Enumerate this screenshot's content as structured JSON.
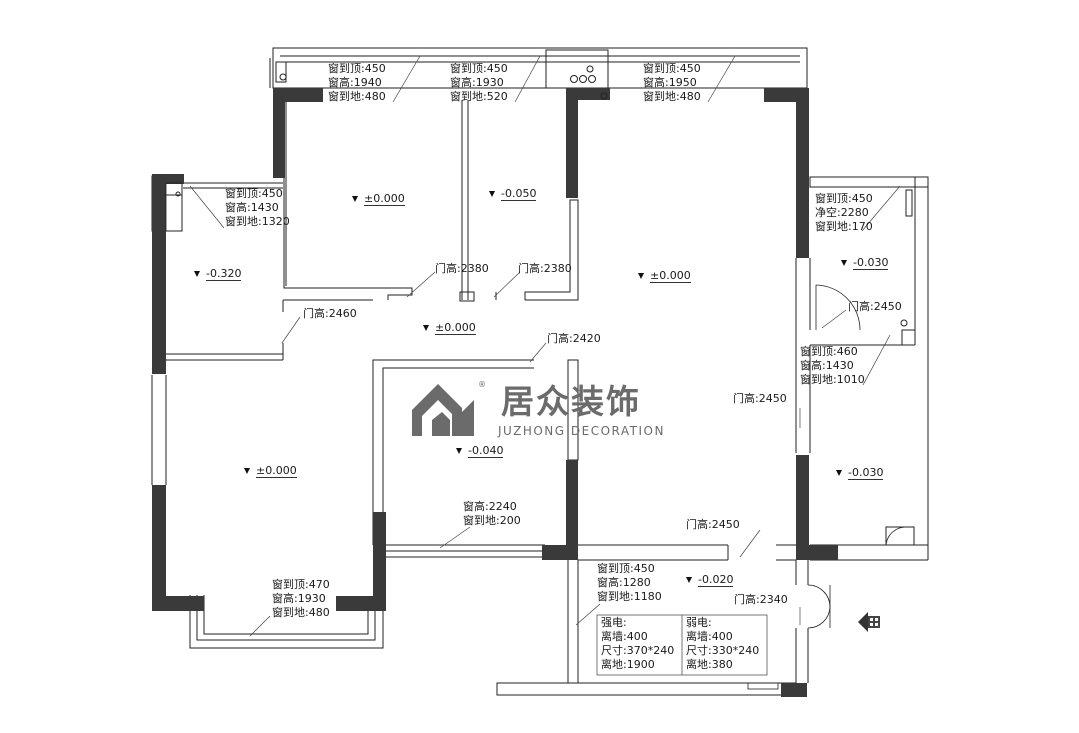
{
  "window_specs": {
    "w1": {
      "top": "窗到顶:450",
      "height": "窗高:1940",
      "floor": "窗到地:480"
    },
    "w2": {
      "top": "窗到顶:450",
      "height": "窗高:1930",
      "floor": "窗到地:520"
    },
    "w3": {
      "top": "窗到顶:450",
      "height": "窗高:1950",
      "floor": "窗到地:480"
    },
    "w4": {
      "top": "窗到顶:450",
      "height": "窗高:1430",
      "floor": "窗到地:1320"
    },
    "w5": {
      "top": "窗到顶:450",
      "height": "净空:2280",
      "floor": "窗到地:170"
    },
    "w6": {
      "top": "窗到顶:460",
      "height": "窗高:1430",
      "floor": "窗到地:1010"
    },
    "w7": {
      "height": "窗高:2240",
      "floor": "窗到地:200"
    },
    "w8": {
      "top": "窗到顶:470",
      "height": "窗高:1930",
      "floor": "窗到地:480"
    },
    "w9": {
      "top": "窗到顶:450",
      "height": "窗高:1280",
      "floor": "窗到地:1180"
    }
  },
  "levels": {
    "bedroom_top_left": "±0.000",
    "bedroom_top_mid": "-0.050",
    "balcony_left": "-0.320",
    "living_right": "±0.000",
    "corridor": "±0.000",
    "kitchen_top_right": "-0.030",
    "study": "-0.040",
    "bedroom_bottom_left": "±0.000",
    "bath_right": "-0.030",
    "entry": "-0.020"
  },
  "doors": {
    "d1": "门高:2380",
    "d2": "门高:2380",
    "d3": "门高:2460",
    "d4": "门高:2420",
    "d5": "门高:2450",
    "d6": "门高:2450",
    "d7": "门高:2450",
    "d8": "门高:2340"
  },
  "electric_box": {
    "strong": {
      "title": "强电:",
      "wall": "离墙:400",
      "size": "尺寸:370*240",
      "floor": "离地:1900"
    },
    "weak": {
      "title": "弱电:",
      "wall": "离墙:400",
      "size": "尺寸:330*240",
      "floor": "离地:380"
    }
  },
  "logo": {
    "name_cn": "居众装饰",
    "name_en": "JUZHONG DECORATION",
    "registered": "®"
  },
  "colors": {
    "wall": "#3a3a3a",
    "line": "#222222",
    "logo": "#6b6b6b"
  }
}
